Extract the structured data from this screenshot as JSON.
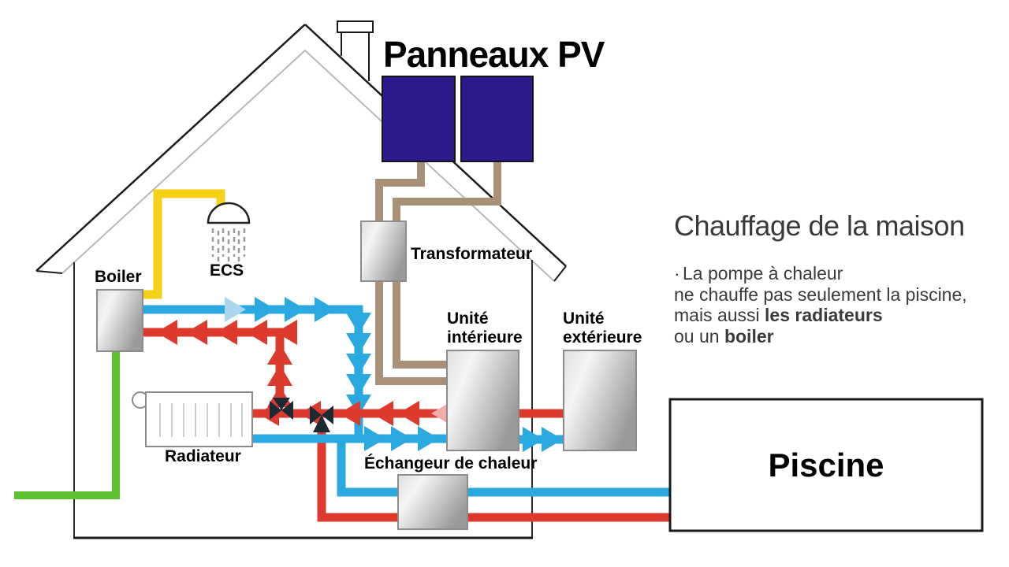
{
  "title": {
    "panneaux": "Panneaux PV"
  },
  "labels": {
    "boiler": "Boiler",
    "ecs": "ECS",
    "transformateur": "Transformateur",
    "unite_interieure": "Unité\nintérieure",
    "unite_exterieure": "Unité\nextérieure",
    "radiateur": "Radiateur",
    "echangeur": "Échangeur de chaleur",
    "piscine": "Piscine"
  },
  "annotation": {
    "heading": "Chauffage de la maison",
    "bullet": "·",
    "line1": "La pompe à chaleur",
    "line2": "ne chauffe pas seulement la piscine,",
    "line3_normal": "mais aussi ",
    "line3_bold": "les radiateurs",
    "line4_normal": "ou un ",
    "line4_bold": "boiler"
  },
  "colors": {
    "hot_water_pipe": "#dd3a2d",
    "hot_water_faded": "#f2aba6",
    "cold_water_pipe": "#2aa9e0",
    "cold_water_faded": "#aad7f0",
    "domestic_hot_water_pipe": "#f7d117",
    "ground_pipe": "#5cc230",
    "electric_wire": "#a99179",
    "pv_panel": "#2b1b8c",
    "valve": "#1c2a35",
    "annotation_text": "#3a3a3a"
  }
}
